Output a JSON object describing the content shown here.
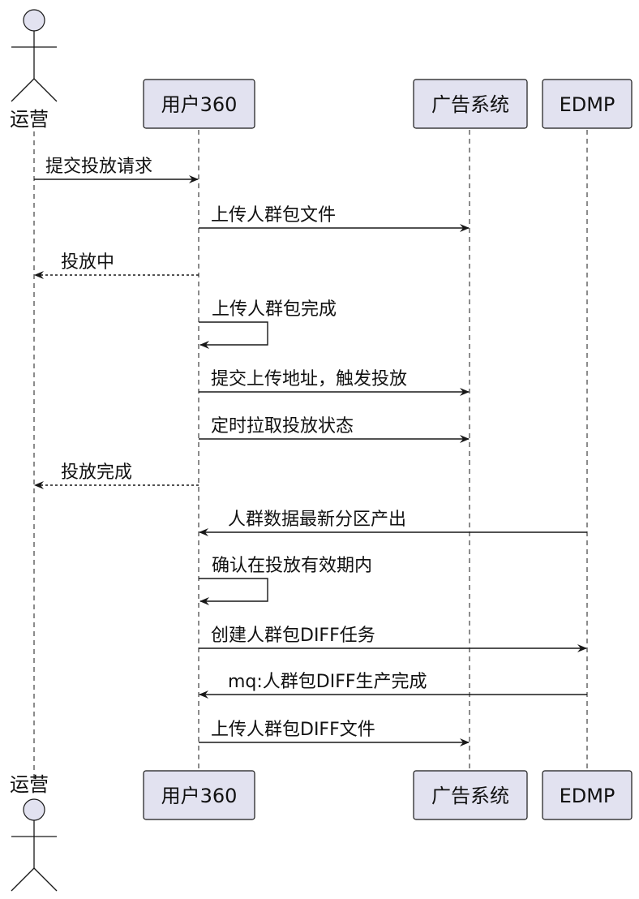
{
  "participants": [
    {
      "id": "ops",
      "label": "运营",
      "kind": "actor"
    },
    {
      "id": "user360",
      "label": "用户360",
      "kind": "box"
    },
    {
      "id": "adsys",
      "label": "广告系统",
      "kind": "box"
    },
    {
      "id": "edmp",
      "label": "EDMP",
      "kind": "box"
    }
  ],
  "messages": [
    {
      "from": "ops",
      "to": "user360",
      "label": "提交投放请求",
      "style": "solid"
    },
    {
      "from": "user360",
      "to": "adsys",
      "label": "上传人群包文件",
      "style": "solid"
    },
    {
      "from": "user360",
      "to": "ops",
      "label": "投放中",
      "style": "dashed"
    },
    {
      "from": "user360",
      "to": "user360",
      "label": "上传人群包完成",
      "style": "solid"
    },
    {
      "from": "user360",
      "to": "adsys",
      "label": "提交上传地址，触发投放",
      "style": "solid"
    },
    {
      "from": "user360",
      "to": "adsys",
      "label": "定时拉取投放状态",
      "style": "solid"
    },
    {
      "from": "user360",
      "to": "ops",
      "label": "投放完成",
      "style": "dashed"
    },
    {
      "from": "edmp",
      "to": "user360",
      "label": "人群数据最新分区产出",
      "style": "solid"
    },
    {
      "from": "user360",
      "to": "user360",
      "label": "确认在投放有效期内",
      "style": "solid"
    },
    {
      "from": "user360",
      "to": "edmp",
      "label": "创建人群包DIFF任务",
      "style": "solid"
    },
    {
      "from": "edmp",
      "to": "user360",
      "label": "mq:人群包DIFF生产完成",
      "style": "solid"
    },
    {
      "from": "user360",
      "to": "adsys",
      "label": "上传人群包DIFF文件",
      "style": "solid"
    }
  ],
  "colors": {
    "participant_fill": "#e2e2f0",
    "line": "#181818"
  }
}
